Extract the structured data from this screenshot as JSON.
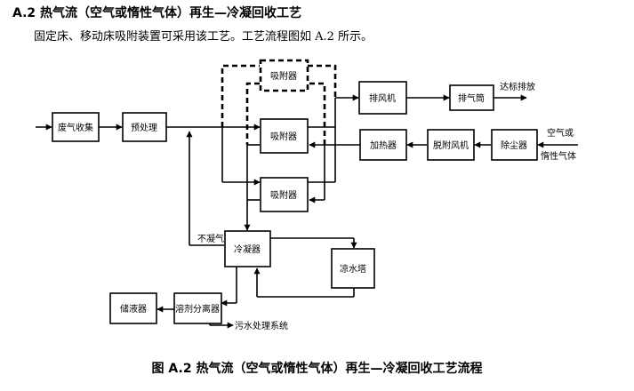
{
  "heading": "A.2 热气流（空气或惰性气体）再生—冷凝回收工艺",
  "intro": "固定床、移动床吸附装置可采用该工艺。工艺流程图如 A.2 所示。",
  "caption": "图 A.2 热气流（空气或惰性气体）再生—冷凝回收工艺流程",
  "nodes": {
    "waste_gas_collection": "废气收集",
    "pretreatment": "预处理",
    "adsorber_top": "吸附器",
    "adsorber_mid": "吸附器",
    "adsorber_bottom": "吸附器",
    "exhaust_fan": "排风机",
    "exhaust_stack": "排气筒",
    "heater": "加热器",
    "desorption_fan": "脱附风机",
    "dust_remover": "除尘器",
    "condenser": "冷凝器",
    "cooling_tower": "凉水塔",
    "solvent_separator": "溶剂分离器",
    "liquid_storage": "储液器"
  },
  "labels": {
    "compliant_discharge": "达标排放",
    "air_or": "空气或",
    "inert_gas": "惰性气体",
    "non_condensable": "不凝气",
    "wastewater": "污水处理系统"
  }
}
